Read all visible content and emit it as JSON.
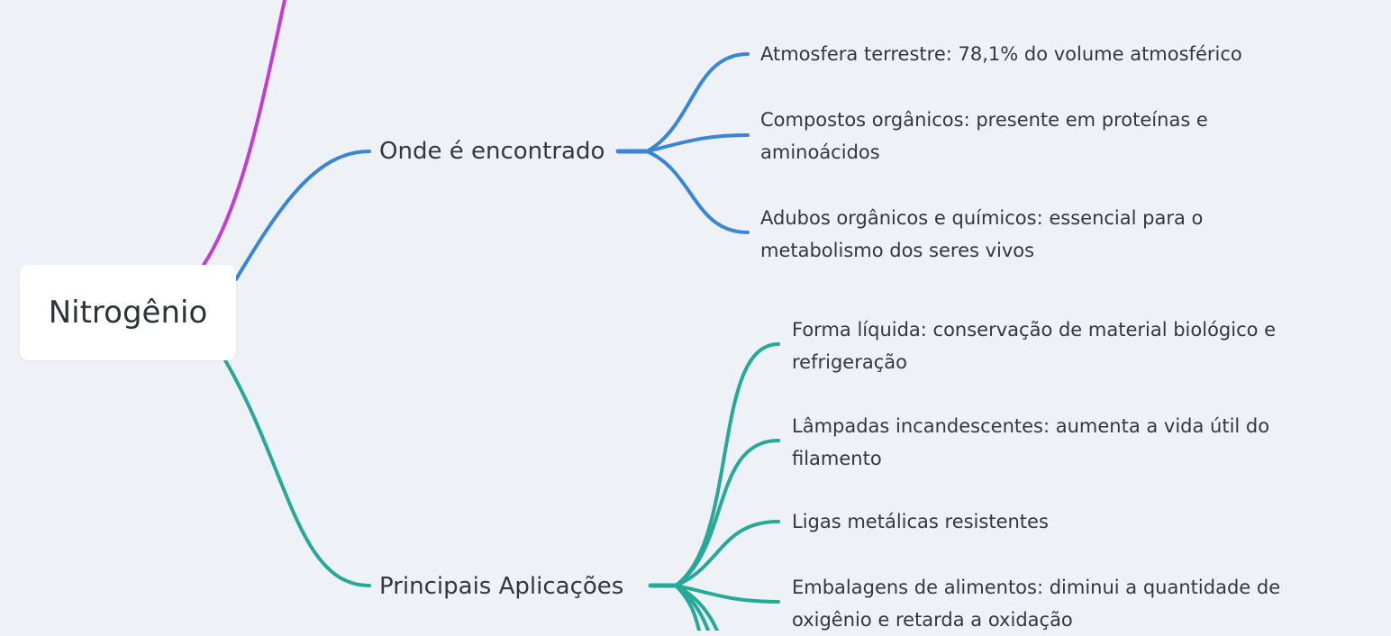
{
  "colors": {
    "background": "#eef1f5",
    "top_branch": "#c03fd1",
    "branch_found": "#3a86d4",
    "branch_applications": "#27a99a"
  },
  "root": {
    "label": "Nitrogênio"
  },
  "branches": [
    {
      "label": "Onde é encontrado",
      "children": [
        {
          "lines": [
            "Atmosfera terrestre: 78,1% do volume atmosférico"
          ]
        },
        {
          "lines": [
            "Compostos orgânicos: presente em proteínas e",
            "aminoácidos"
          ]
        },
        {
          "lines": [
            "Adubos orgânicos e químicos: essencial para o",
            "metabolismo dos seres vivos"
          ]
        }
      ]
    },
    {
      "label": "Principais Aplicações",
      "children": [
        {
          "lines": [
            "Forma líquida: conservação de material biológico e",
            "refrigeração"
          ]
        },
        {
          "lines": [
            "Lâmpadas incandescentes: aumenta a vida útil do",
            "filamento"
          ]
        },
        {
          "lines": [
            "Ligas metálicas resistentes"
          ]
        },
        {
          "lines": [
            "Embalagens de alimentos: diminui a quantidade de",
            "oxigênio e retarda a oxidação"
          ]
        }
      ]
    }
  ]
}
